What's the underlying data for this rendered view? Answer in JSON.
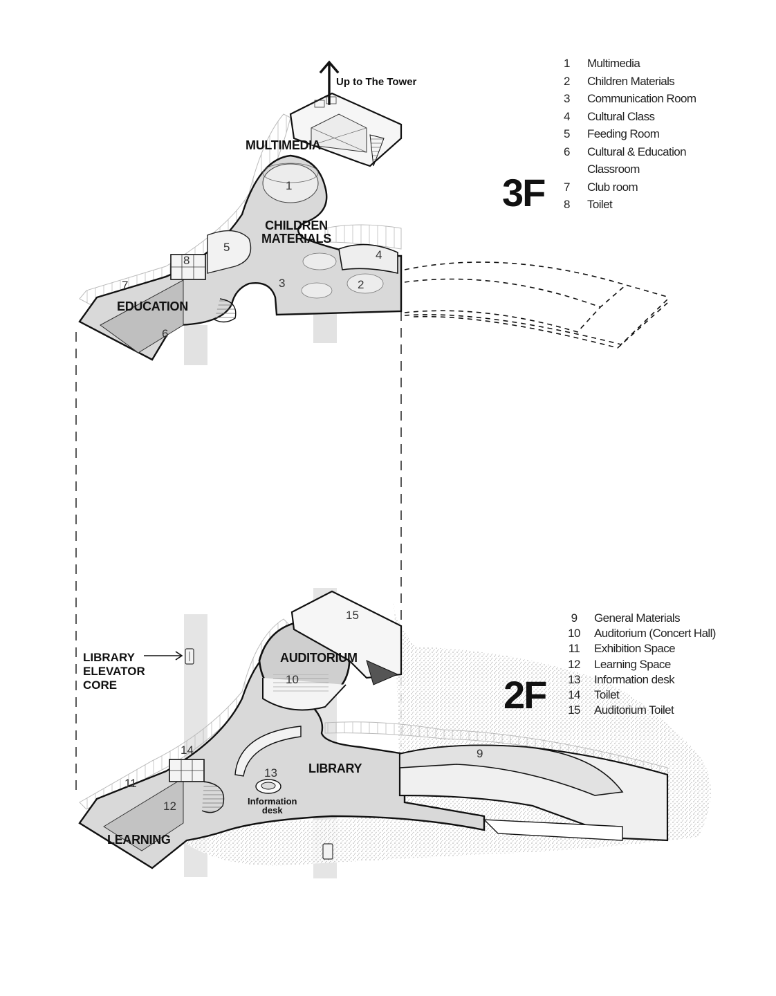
{
  "floor_3f": {
    "tag": "3F",
    "annotation": "Up to The Tower",
    "zones": {
      "multimedia": "MULTIMEDIA",
      "children_line1": "CHILDREN",
      "children_line2": "MATERIALS",
      "education": "EDUCATION"
    },
    "room_numbers": [
      "1",
      "2",
      "3",
      "4",
      "5",
      "6",
      "7",
      "8"
    ],
    "legend": [
      {
        "num": "1",
        "label": "Multimedia"
      },
      {
        "num": "2",
        "label": "Children Materials"
      },
      {
        "num": "3",
        "label": "Communication Room"
      },
      {
        "num": "4",
        "label": "Cultural Class"
      },
      {
        "num": "5",
        "label": "Feeding Room"
      },
      {
        "num": "6",
        "label": "Cultural & Education"
      },
      {
        "num": "",
        "label": "Classroom"
      },
      {
        "num": "7",
        "label": "Club room"
      },
      {
        "num": "8",
        "label": "Toilet"
      }
    ]
  },
  "floor_2f": {
    "tag": "2F",
    "core_label_lines": [
      "LIBRARY",
      "ELEVATOR",
      "CORE"
    ],
    "zones": {
      "auditorium": "AUDITORIUM",
      "library": "LIBRARY",
      "learning": "LEARNING",
      "info_desk_line1": "Information",
      "info_desk_line2": "desk"
    },
    "room_numbers": [
      "9",
      "10",
      "11",
      "12",
      "13",
      "14",
      "15"
    ],
    "legend": [
      {
        "num": "9",
        "label": "General Materials"
      },
      {
        "num": "10",
        "label": "Auditorium (Concert Hall)"
      },
      {
        "num": "11",
        "label": "Exhibition Space"
      },
      {
        "num": "12",
        "label": "Learning Space"
      },
      {
        "num": "13",
        "label": "Information desk"
      },
      {
        "num": "14",
        "label": "Toilet"
      },
      {
        "num": "15",
        "label": "Auditorium Toilet"
      }
    ]
  },
  "colors": {
    "floor_fill": "#d9d9d9",
    "column_fill": "#e3e3e3",
    "outline": "#111111",
    "ground_hatch": "#bdbdbd"
  }
}
